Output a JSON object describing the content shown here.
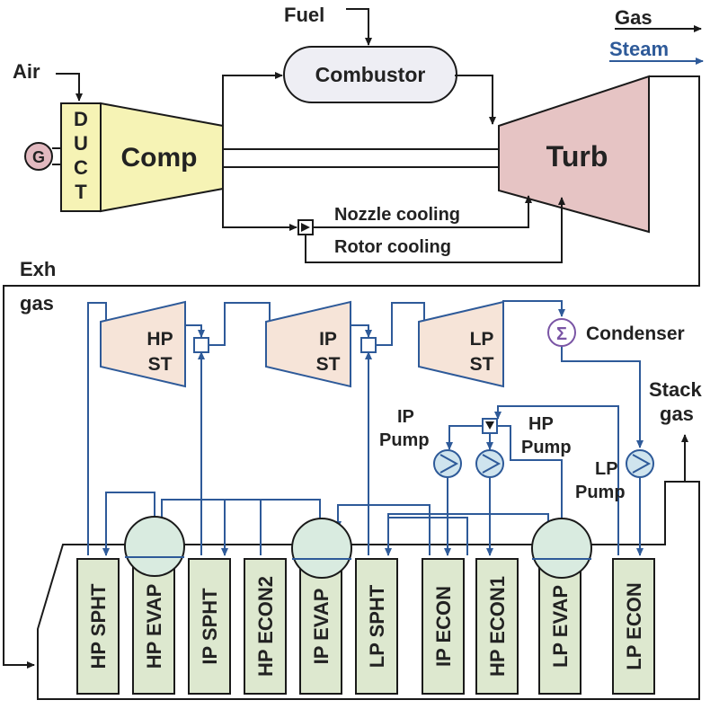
{
  "colors": {
    "gas_line": "#1a1a1a",
    "steam_line": "#2e5a99",
    "compressor_fill": "#f6f3b5",
    "turbine_fill": "#e6c4c4",
    "steam_turbine_fill": "#f6e4d8",
    "hrsg_module_fill": "#dde8cf",
    "drum_fill": "#d9ebe0",
    "combustor_fill": "#eeeef4",
    "generator_fill": "#e2b9c0",
    "condenser_stroke": "#7a55a5"
  },
  "legend": {
    "gas": "Gas",
    "steam": "Steam"
  },
  "gas_turbine": {
    "fuel": "Fuel",
    "air": "Air",
    "combustor": "Combustor",
    "duct": [
      "D",
      "U",
      "C",
      "T"
    ],
    "compressor": "Comp",
    "turbine": "Turb",
    "generator": "G",
    "nozzle_cooling": "Nozzle cooling",
    "rotor_cooling": "Rotor cooling"
  },
  "exhaust": {
    "line1": "Exh",
    "line2": "gas"
  },
  "steam_cycle": {
    "hp_st": [
      "HP",
      "ST"
    ],
    "ip_st": [
      "IP",
      "ST"
    ],
    "lp_st": [
      "LP",
      "ST"
    ],
    "condenser": "Condenser",
    "stack_gas": [
      "Stack",
      "gas"
    ],
    "ip_pump": [
      "IP",
      "Pump"
    ],
    "hp_pump": [
      "HP",
      "Pump"
    ],
    "lp_pump": [
      "LP",
      "Pump"
    ]
  },
  "hrsg_modules": [
    "HP SPHT",
    "HP EVAP",
    "IP SPHT",
    "HP ECON2",
    "IP EVAP",
    "LP SPHT",
    "IP ECON",
    "HP ECON1",
    "LP EVAP",
    "LP ECON"
  ]
}
